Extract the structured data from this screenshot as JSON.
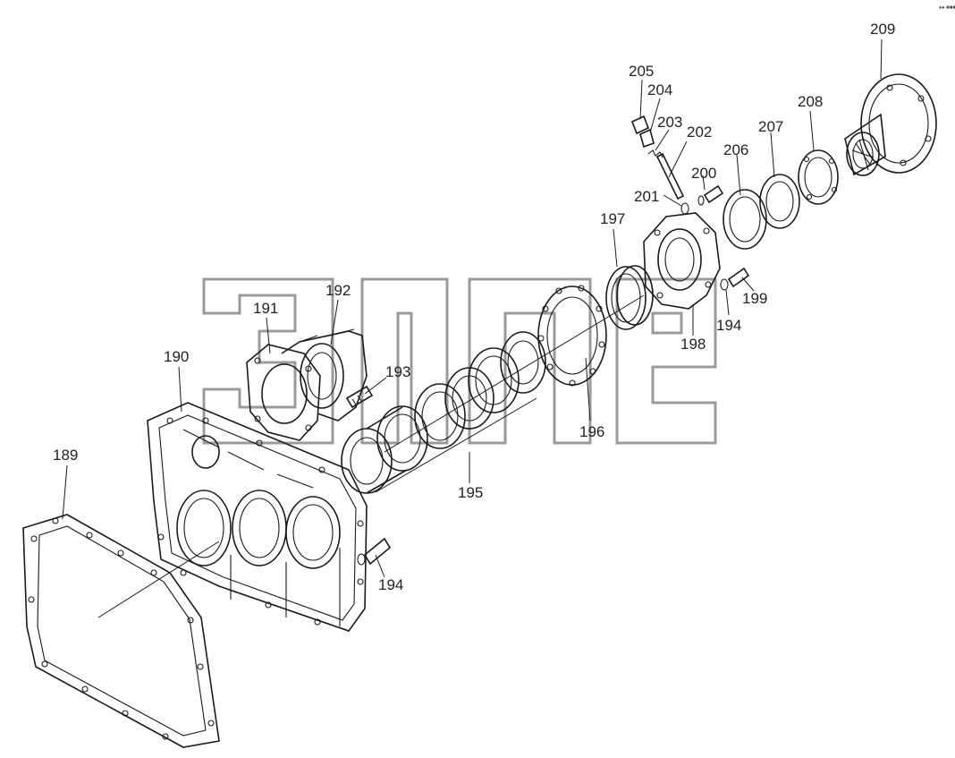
{
  "diagram": {
    "corner_mark": "♠♠ ■■■",
    "labels": {
      "p189": "189",
      "p190": "190",
      "p191": "191",
      "p192": "192",
      "p193": "193",
      "p194a": "194",
      "p194b": "194",
      "p195": "195",
      "p196": "196",
      "p197": "197",
      "p198": "198",
      "p199": "199",
      "p200": "200",
      "p201": "201",
      "p202": "202",
      "p203": "203",
      "p204": "204",
      "p205": "205",
      "p206": "206",
      "p207": "207",
      "p208": "208",
      "p209": "209"
    }
  }
}
